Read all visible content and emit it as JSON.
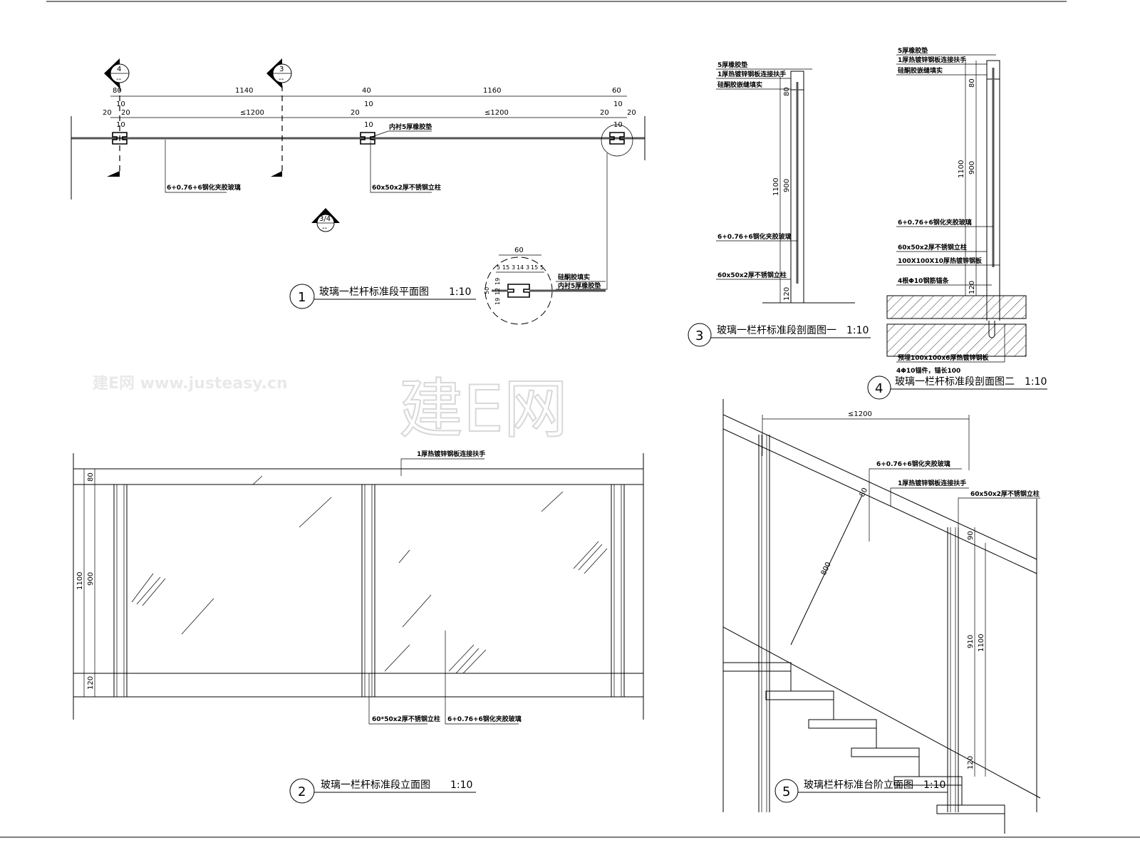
{
  "watermark": {
    "small": "建E网 www.justeasy.cn",
    "large": "建E网"
  },
  "drawing1": {
    "number": "1",
    "title": "玻璃一栏杆标准段平面图",
    "scale": "1:10",
    "section_marks": [
      {
        "num": "4",
        "sub": "--"
      },
      {
        "num": "3",
        "sub": "--"
      },
      {
        "num": "3/4",
        "sub": "--"
      }
    ],
    "dims_top": [
      "80",
      "1140",
      "40",
      "1160",
      "60"
    ],
    "dims_mid": [
      "20",
      "10",
      "20",
      "≤1200",
      "20",
      "10",
      "≤1200",
      "20",
      "10",
      "20"
    ],
    "dims_small": [
      "10",
      "10",
      "10"
    ],
    "labels": {
      "glass": "6+0.76+6钢化夹胶玻璃",
      "post": "60x50x2厚不锈钢立柱",
      "rubber": "内衬5厚橡胶垫"
    },
    "detail": {
      "width": "60",
      "parts": [
        "5",
        "15",
        "3",
        "14",
        "3",
        "15",
        "5"
      ],
      "side": [
        "50",
        "19",
        "12",
        "19"
      ],
      "labels": [
        "硅酮胶填实",
        "内衬5厚橡胶垫"
      ]
    }
  },
  "drawing2": {
    "number": "2",
    "title": "玻璃一栏杆标准段立面图",
    "scale": "1:10",
    "dims": [
      "80",
      "900",
      "1100",
      "120"
    ],
    "labels": {
      "handrail": "1厚热镀锌钢板连接扶手",
      "post": "60*50x2厚不锈钢立柱",
      "glass": "6+0.76+6钢化夹胶玻璃"
    }
  },
  "drawing3": {
    "number": "3",
    "title": "玻璃一栏杆标准段剖面图一",
    "scale": "1:10",
    "dims": [
      "80",
      "900",
      "1100",
      "120"
    ],
    "labels": [
      "5厚橡胶垫",
      "1厚热镀锌钢板连接扶手",
      "硅酮胶嵌缝填实",
      "6+0.76+6钢化夹胶玻璃",
      "60x50x2厚不锈钢立柱"
    ]
  },
  "drawing4": {
    "number": "4",
    "title": "玻璃一栏杆标准段剖面图二",
    "scale": "1:10",
    "dims": [
      "80",
      "900",
      "1100",
      "120"
    ],
    "labels": [
      "5厚橡胶垫",
      "1厚热镀锌钢板连接扶手",
      "硅酮胶嵌缝填实",
      "6+0.76+6钢化夹胶玻璃",
      "60x50x2厚不锈钢立柱",
      "100X100X10厚热镀锌钢板",
      "4根Φ10钢筋锚条",
      "预埋100x100x6厚热镀锌钢板",
      "4Φ10锚件，锚长100"
    ]
  },
  "drawing5": {
    "number": "5",
    "title": "玻璃栏杆标准台阶立面图",
    "scale": "1:10",
    "dims": [
      "≤1200",
      "80",
      "800",
      "90",
      "910",
      "1100",
      "120"
    ],
    "labels": {
      "glass": "6+0.76+6钢化夹胶玻璃",
      "handrail": "1厚热镀锌钢板连接扶手",
      "post": "60x50x2厚不锈钢立柱"
    }
  }
}
